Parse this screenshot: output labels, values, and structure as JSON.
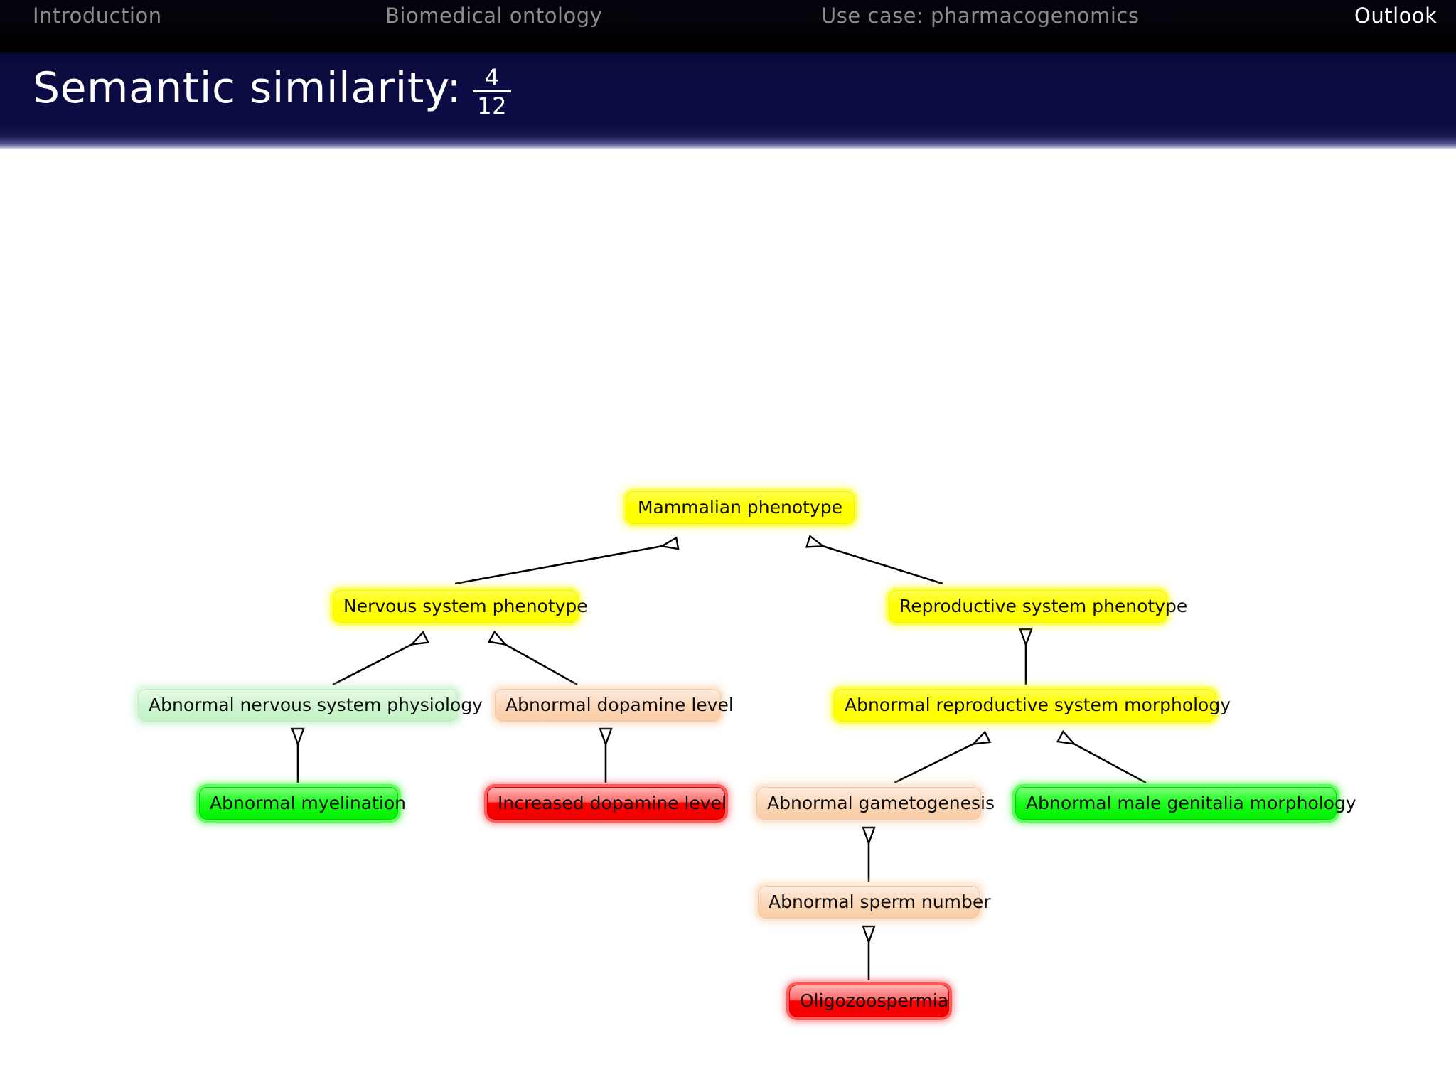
{
  "nav": {
    "items": [
      {
        "label": "Introduction",
        "active": false
      },
      {
        "label": "Biomedical ontology",
        "active": false
      },
      {
        "label": "Use case: pharmacogenomics",
        "active": false
      },
      {
        "label": "Outlook",
        "active": true
      }
    ]
  },
  "title": {
    "text": "Semantic similarity:",
    "fraction_numerator": "4",
    "fraction_denominator": "12"
  },
  "colors": {
    "nav_background": "#000000",
    "nav_inactive": "#8b8b8b",
    "nav_active": "#ffffff",
    "title_background": "#0c0c44",
    "title_text": "#ffffff",
    "node_yellow": "#ffff00",
    "node_pale_green": "#cdf5cf",
    "node_peach": "#fbd6b6",
    "node_bright_green": "#1eff1e",
    "node_red": "#ff0000",
    "edge_stroke": "#000000",
    "canvas_background": "#ffffff"
  },
  "diagram": {
    "type": "ontology-hierarchy",
    "arrow_style": "hollow-triangle-is-a",
    "nodes": [
      {
        "id": "mammalian_phenotype",
        "label": "Mammalian phenotype",
        "color": "yellow"
      },
      {
        "id": "nervous_system_phenotype",
        "label": "Nervous system phenotype",
        "color": "yellow"
      },
      {
        "id": "reproductive_system_phenotype",
        "label": "Reproductive system phenotype",
        "color": "yellow"
      },
      {
        "id": "abnormal_nervous_system_physiology",
        "label": "Abnormal nervous system physiology",
        "color": "pale-green"
      },
      {
        "id": "abnormal_dopamine_level",
        "label": "Abnormal dopamine level",
        "color": "peach"
      },
      {
        "id": "abnormal_reproductive_system_morphology",
        "label": "Abnormal reproductive system morphology",
        "color": "yellow"
      },
      {
        "id": "abnormal_myelination",
        "label": "Abnormal myelination",
        "color": "bright-green"
      },
      {
        "id": "increased_dopamine_level",
        "label": "Increased dopamine level",
        "color": "red"
      },
      {
        "id": "abnormal_gametogenesis",
        "label": "Abnormal gametogenesis",
        "color": "peach"
      },
      {
        "id": "abnormal_male_genitalia_morphology",
        "label": "Abnormal male genitalia morphology",
        "color": "bright-green"
      },
      {
        "id": "abnormal_sperm_number",
        "label": "Abnormal sperm number",
        "color": "peach"
      },
      {
        "id": "oligozoospermia",
        "label": "Oligozoospermia",
        "color": "red"
      }
    ],
    "edges": [
      {
        "from": "nervous_system_phenotype",
        "to": "mammalian_phenotype"
      },
      {
        "from": "reproductive_system_phenotype",
        "to": "mammalian_phenotype"
      },
      {
        "from": "abnormal_nervous_system_physiology",
        "to": "nervous_system_phenotype"
      },
      {
        "from": "abnormal_dopamine_level",
        "to": "nervous_system_phenotype"
      },
      {
        "from": "abnormal_reproductive_system_morphology",
        "to": "reproductive_system_phenotype"
      },
      {
        "from": "abnormal_myelination",
        "to": "abnormal_nervous_system_physiology"
      },
      {
        "from": "increased_dopamine_level",
        "to": "abnormal_dopamine_level"
      },
      {
        "from": "abnormal_gametogenesis",
        "to": "abnormal_reproductive_system_morphology"
      },
      {
        "from": "abnormal_male_genitalia_morphology",
        "to": "abnormal_reproductive_system_morphology"
      },
      {
        "from": "abnormal_sperm_number",
        "to": "abnormal_gametogenesis"
      },
      {
        "from": "oligozoospermia",
        "to": "abnormal_sperm_number"
      }
    ]
  }
}
